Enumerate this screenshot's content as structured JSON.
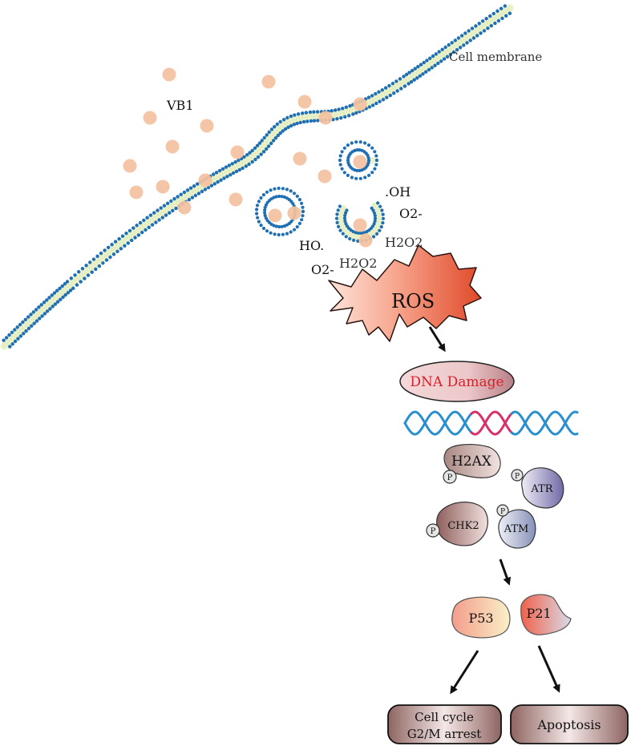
{
  "labels": {
    "cell_membrane": "Cell membrane",
    "vb1": "VB1",
    "oh_radical": ".OH",
    "superoxide_right": "O2-",
    "h2o2_right": "H2O2",
    "ho_radical": "HO.",
    "superoxide_left": "O2-",
    "h2o2_left": "H2O2",
    "ros": "ROS",
    "dna_damage": "DNA Damage",
    "h2ax": "H2AX",
    "atr": "ATR",
    "chk2": "CHK2",
    "atm": "ATM",
    "phospho": "P",
    "p53": "P53",
    "p21": "P21",
    "cell_cycle_line1": "Cell cycle",
    "cell_cycle_line2": "G2/M arrest",
    "apoptosis": "Apoptosis"
  },
  "colors": {
    "membrane_head": "#1f6fb2",
    "membrane_tail": "#e8f0c8",
    "vb1_particle": "#f3c1a0",
    "dna_damage_text": "#d9202a",
    "dna_blue": "#2a8fd0",
    "dna_pink": "#d9306a",
    "ros_dark": "#e0492a",
    "ros_light": "#fbd2c2",
    "arrow": "#111111"
  }
}
